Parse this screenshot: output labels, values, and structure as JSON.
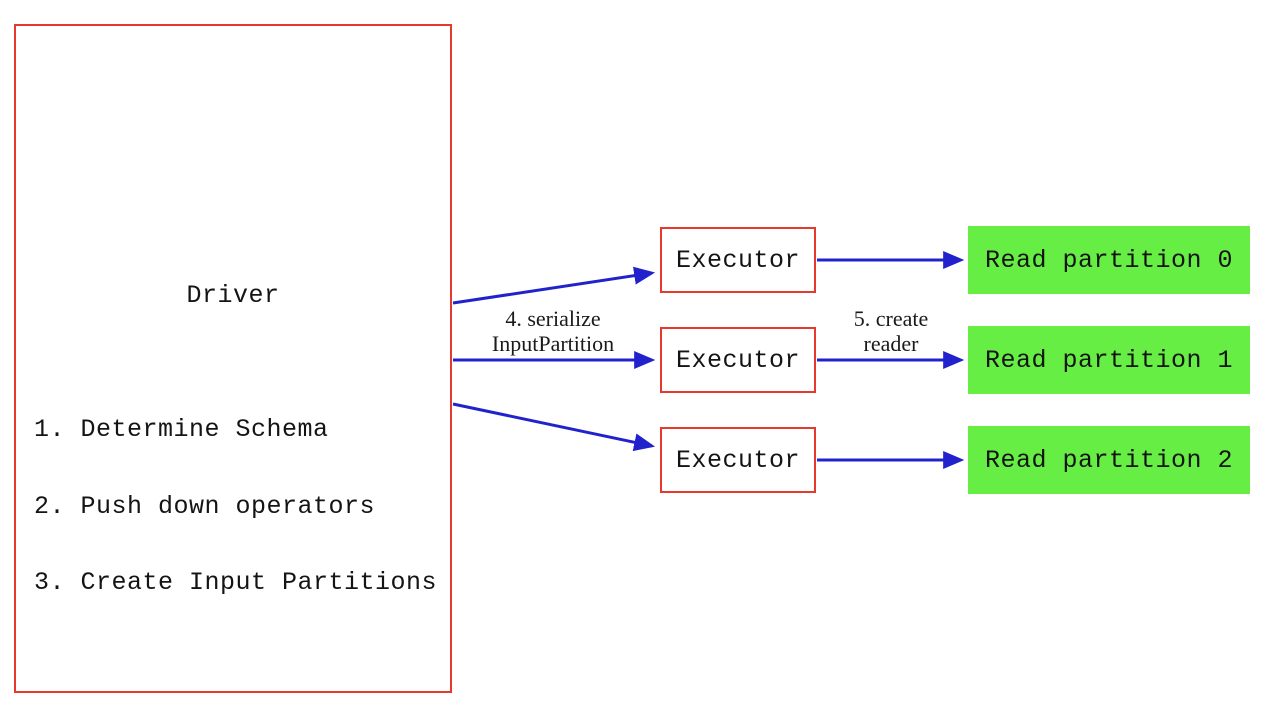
{
  "colors": {
    "box_border_red": "#e4392c",
    "arrow_blue": "#2222cc",
    "partition_green": "#66ee44",
    "text": "#141414",
    "background": "#ffffff"
  },
  "driver": {
    "title": "Driver",
    "steps": [
      "1. Determine Schema",
      "2. Push down operators",
      "3. Create Input Partitions"
    ]
  },
  "executors": [
    {
      "label": "Executor"
    },
    {
      "label": "Executor"
    },
    {
      "label": "Executor"
    }
  ],
  "partitions": [
    {
      "label": "Read partition 0"
    },
    {
      "label": "Read partition 1"
    },
    {
      "label": "Read partition 2"
    }
  ],
  "annotations": {
    "serialize": {
      "line1": "4. serialize",
      "line2": "InputPartition"
    },
    "create_reader": {
      "line1": "5. create",
      "line2": "reader"
    }
  }
}
